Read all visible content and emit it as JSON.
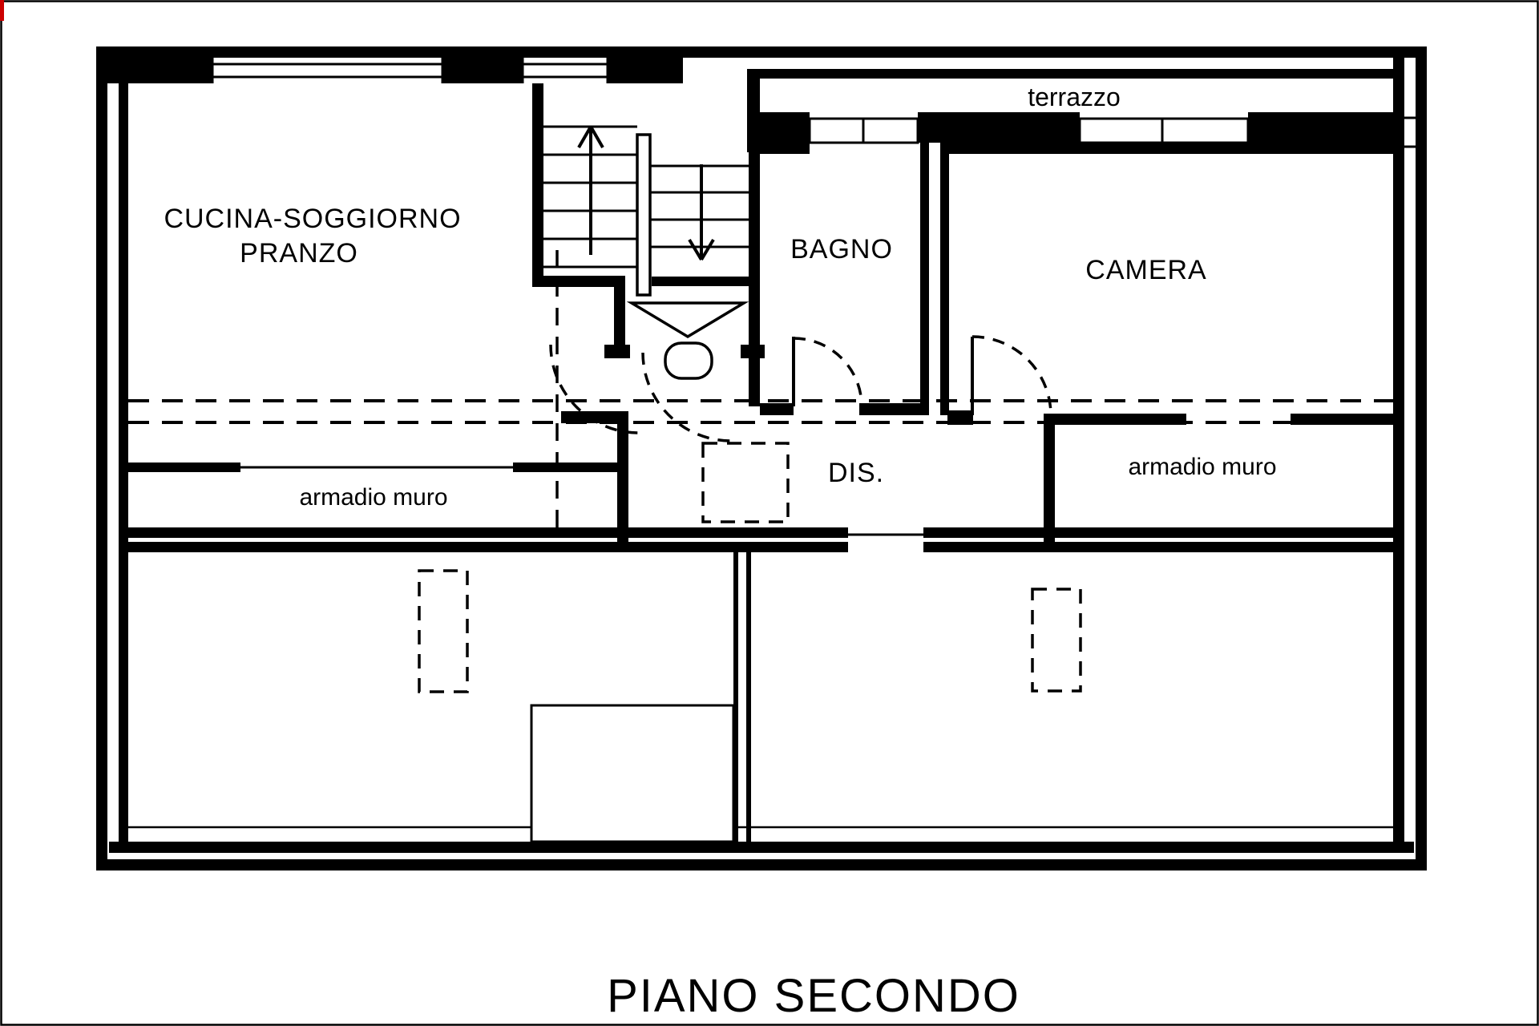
{
  "floor_plan": {
    "title": "PIANO SECONDO",
    "labels": {
      "kitchen_line1": "CUCINA-SOGGIORNO",
      "kitchen_line2": "PRANZO",
      "bathroom": "BAGNO",
      "bedroom": "CAMERA",
      "terrace": "terrazzo",
      "closet_left": "armadio muro",
      "closet_right": "armadio muro",
      "hallway": "DIS."
    },
    "colors": {
      "line": "#000000",
      "background": "#ffffff",
      "edge_mark": "#cc0000"
    }
  }
}
